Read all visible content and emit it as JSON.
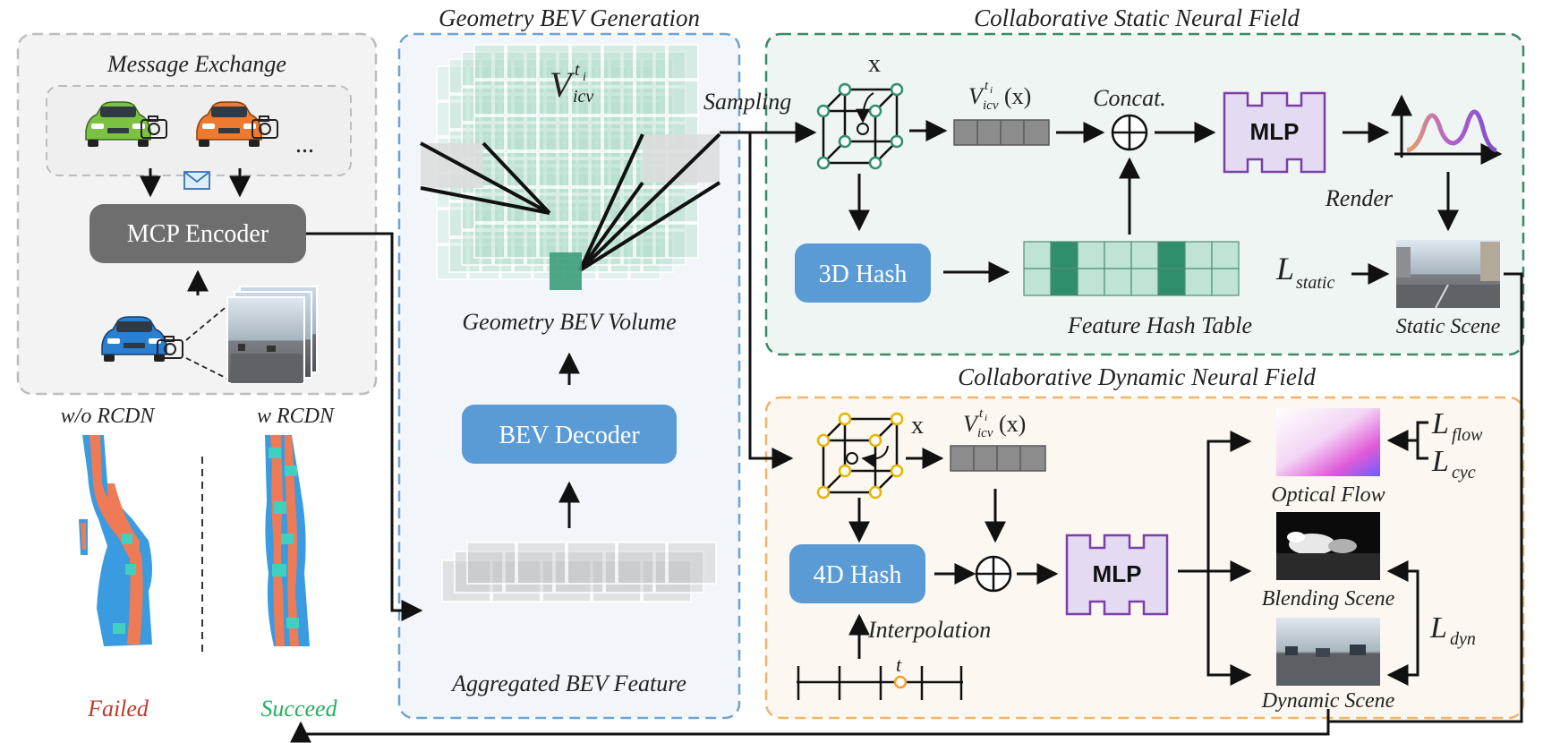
{
  "sections": {
    "message_exchange": "Message Exchange",
    "geometry_bev_generation": "Geometry BEV Generation",
    "collab_static": "Collaborative Static Neural Field",
    "collab_dynamic": "Collaborative Dynamic Neural Field"
  },
  "blocks": {
    "mcp_encoder": "MCP Encoder",
    "bev_decoder": "BEV Decoder",
    "hash3d": "3D Hash",
    "hash4d": "4D Hash",
    "mlp_static": "MLP",
    "mlp_dynamic": "MLP"
  },
  "labels": {
    "dots": "...",
    "wo_rcdn": "w/o RCDN",
    "w_rcdn": "w RCDN",
    "failed": "Failed",
    "succeed": "Succeed",
    "v_main": "V",
    "v_sup": "t",
    "v_sup_sub": "i",
    "v_sub": "icv",
    "geometry_bev_volume": "Geometry BEV Volume",
    "aggregated_bev_feature": "Aggregated BEV Feature",
    "sampling": "Sampling",
    "x_static": "x",
    "vx_static": "(x)",
    "concat": "Concat.",
    "feature_hash_table": "Feature Hash Table",
    "render": "Render",
    "l_static_main": "L",
    "l_static_sub": "static",
    "static_scene": "Static Scene",
    "x_dynamic": "x",
    "vx_dynamic": "(x)",
    "interpolation": "Interpolation",
    "t": "t",
    "optical_flow": "Optical Flow",
    "blending_scene": "Blending Scene",
    "dynamic_scene": "Dynamic Scene",
    "l_flow_main": "L",
    "l_flow_sub": "flow",
    "l_cyc_main": "L",
    "l_cyc_sub": "cyc",
    "l_dyn_main": "L",
    "l_dyn_sub": "dyn"
  },
  "colors": {
    "block_blue": "#5b9bd5",
    "block_gray": "#6e6e6e",
    "mlp_fill": "#e4daf2",
    "mlp_stroke": "#7a3fa8",
    "hash_teal": "#2f8f6c",
    "hash_light": "#bfe3d5",
    "failed_red": "#c0392b",
    "succeed_green": "#27ae60"
  },
  "icons": [
    "car-green-icon",
    "car-orange-icon",
    "car-blue-icon",
    "camera-icon",
    "envelope-icon",
    "voxel-cube-icon",
    "curve-plot-icon"
  ]
}
